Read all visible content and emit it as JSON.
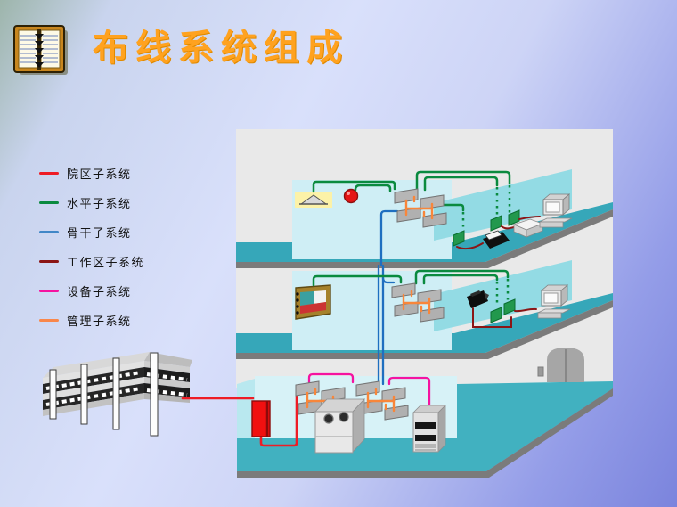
{
  "slide": {
    "title": "布线系统组成",
    "title_color": "#FFA21F"
  },
  "legend": {
    "items": [
      {
        "label": "院区子系统",
        "color": "#EE1C25"
      },
      {
        "label": "水平子系统",
        "color": "#0A8A3F"
      },
      {
        "label": "骨干子系统",
        "color": "#4187C7"
      },
      {
        "label": "工作区子系统",
        "color": "#8B1515"
      },
      {
        "label": "设备子系统",
        "color": "#F513A0"
      },
      {
        "label": "管理子系统",
        "color": "#F9874B"
      }
    ]
  },
  "diagram": {
    "icons": [
      "open-book-icon",
      "office-building-icon",
      "entrance-facility-box",
      "patch-panel-cluster",
      "pbx-cabinet",
      "server-rack",
      "ceiling-lamp",
      "fire-alarm-ball",
      "wall-picture",
      "security-camera",
      "telephone-icon",
      "printer-icon",
      "desktop-computer-icon",
      "network-outlet",
      "door-icon"
    ],
    "colors": {
      "floor_deck": "#38A9BA",
      "back_wall": "#E9E9E9",
      "interior_wall": "#D2F0F6",
      "partition_wall": "#93DBE4",
      "campus_cable": "#EE1C25",
      "horizontal_cable": "#0A8A3F",
      "backbone_cable": "#1F6FC0",
      "workarea_cable": "#8B1515",
      "equipment_cable": "#F513A0",
      "management_cable": "#F8863A"
    }
  }
}
